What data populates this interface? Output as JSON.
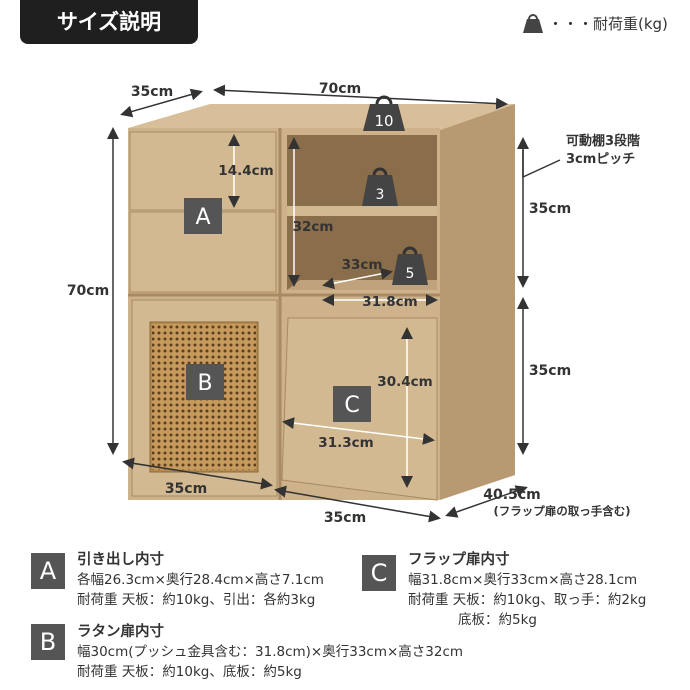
{
  "title": "サイズ説明",
  "legend": {
    "icon": "weight-icon",
    "text": "・・・耐荷重(kg)"
  },
  "colors": {
    "wood": "#c9ad87",
    "wood_dark": "#a88a63",
    "badge": "#555555",
    "title_bg": "#1f1f1f"
  },
  "dimensions": {
    "top_depth": "35cm",
    "top_width": "70cm",
    "height": "70cm",
    "right_upper": "35cm",
    "right_lower": "35cm",
    "bottom_left": "35cm",
    "bottom_front": "35cm",
    "depth_with_handle": "40.5cm",
    "depth_note": "(フラップ扉の取っ手含む)"
  },
  "shelf_note": [
    "可動棚3段階",
    "3cmピッチ"
  ],
  "inner_dims": {
    "drawer_h": "14.4cm",
    "shelf_h": "32cm",
    "shelf_d": "33cm",
    "shelf_w": "31.8cm",
    "flap_h": "30.4cm",
    "flap_w": "31.3cm"
  },
  "weights": {
    "top": "10",
    "shelf": "3",
    "bottom": "5"
  },
  "labels": {
    "a": "A",
    "b": "B",
    "c": "C"
  },
  "specs": {
    "a": {
      "badge": "A",
      "heading": "引き出し内寸",
      "line1": "各幅26.3cm×奥行28.4cm×高さ7.1cm",
      "line2": "耐荷重 天板：約10kg、引出：各約3kg"
    },
    "b": {
      "badge": "B",
      "heading": "ラタン扉内寸",
      "line1": "幅30cm(プッシュ金具含む：31.8cm)×奥行33cm×高さ32cm",
      "line2": "耐荷重 天板：約10kg、底板：約5kg"
    },
    "c": {
      "badge": "C",
      "heading": "フラップ扉内寸",
      "line1": "幅31.8cm×奥行33cm×高さ28.1cm",
      "line2": "耐荷重 天板：約10kg、取っ手：約2kg",
      "line3": "底板：約5kg"
    }
  }
}
